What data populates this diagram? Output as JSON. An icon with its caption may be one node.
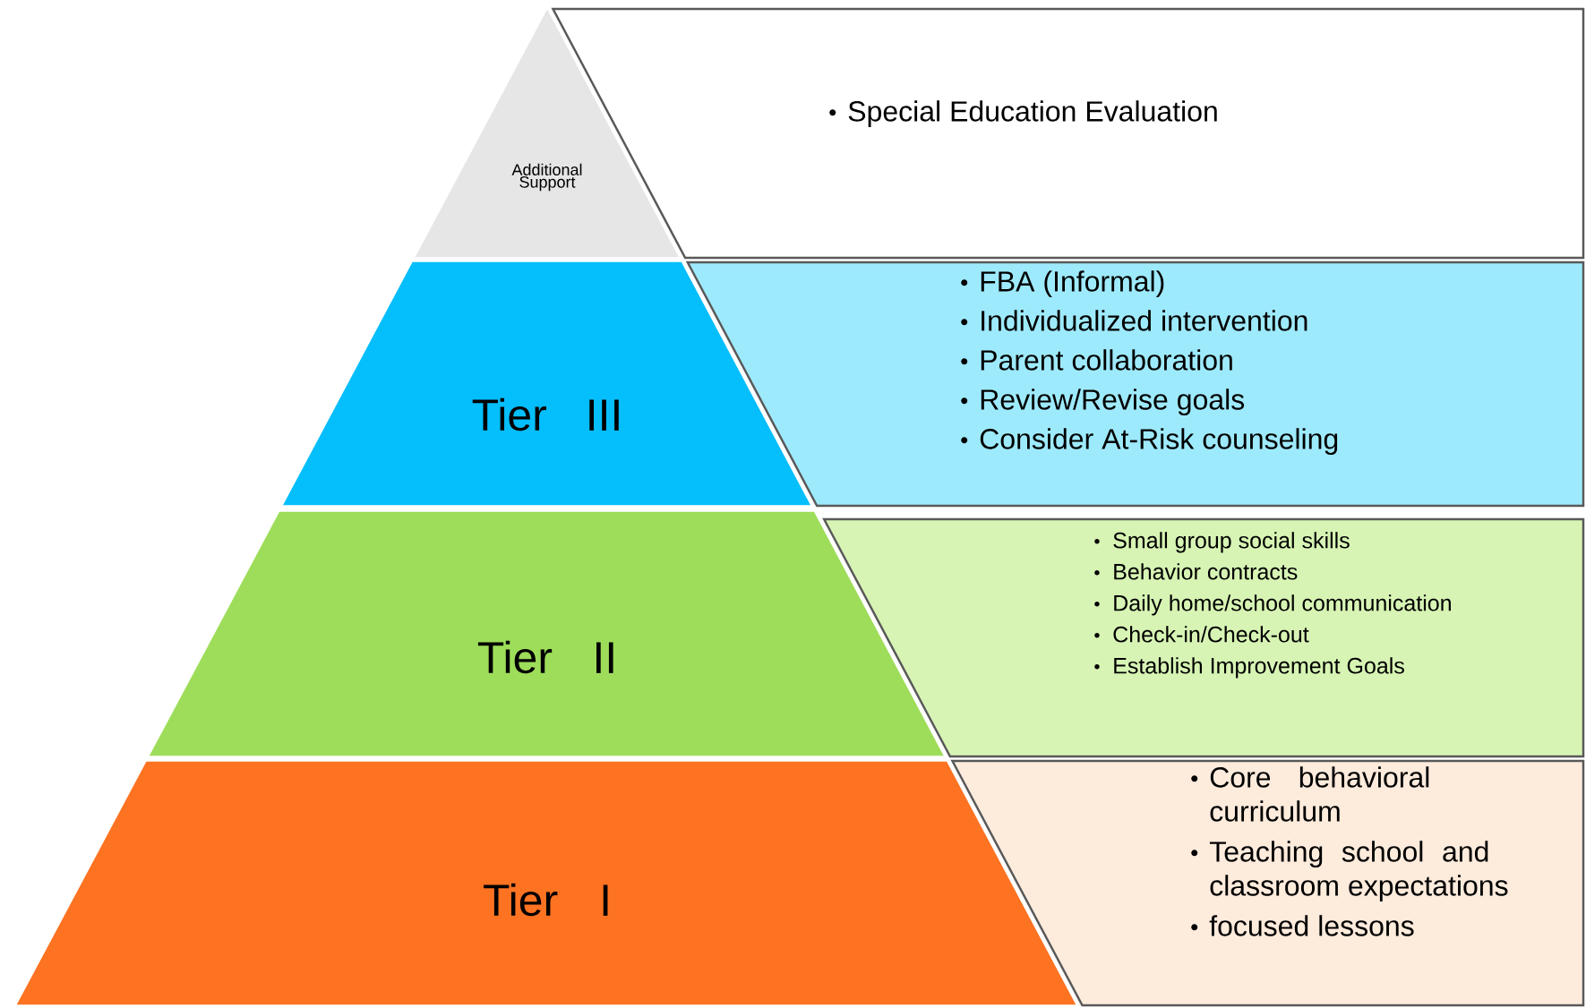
{
  "diagram": {
    "nodes": [
      {
        "text": [
          "Additional Support"
        ]
      },
      {
        "text": [
          "Special Education Evaluation"
        ]
      },
      {
        "text": [
          "Tier III"
        ]
      },
      {
        "text": [
          "FBA (Informal)",
          "Individualized intervention",
          "Parent collaboration",
          "Review/Revise goals",
          "Consider At-Risk counseling"
        ]
      },
      {
        "text": [
          "Tier II"
        ]
      },
      {
        "text": [
          "Small group social skills",
          "Behavior contracts",
          "Daily home/school communication",
          "Check-in/Check-out",
          "Establish Improvement Goals"
        ]
      },
      {
        "text": [
          "Tier I"
        ]
      },
      {
        "text": [
          "Core behavioral curriculum",
          "Teaching school and classroom expectations",
          "focused lessons"
        ]
      }
    ]
  }
}
